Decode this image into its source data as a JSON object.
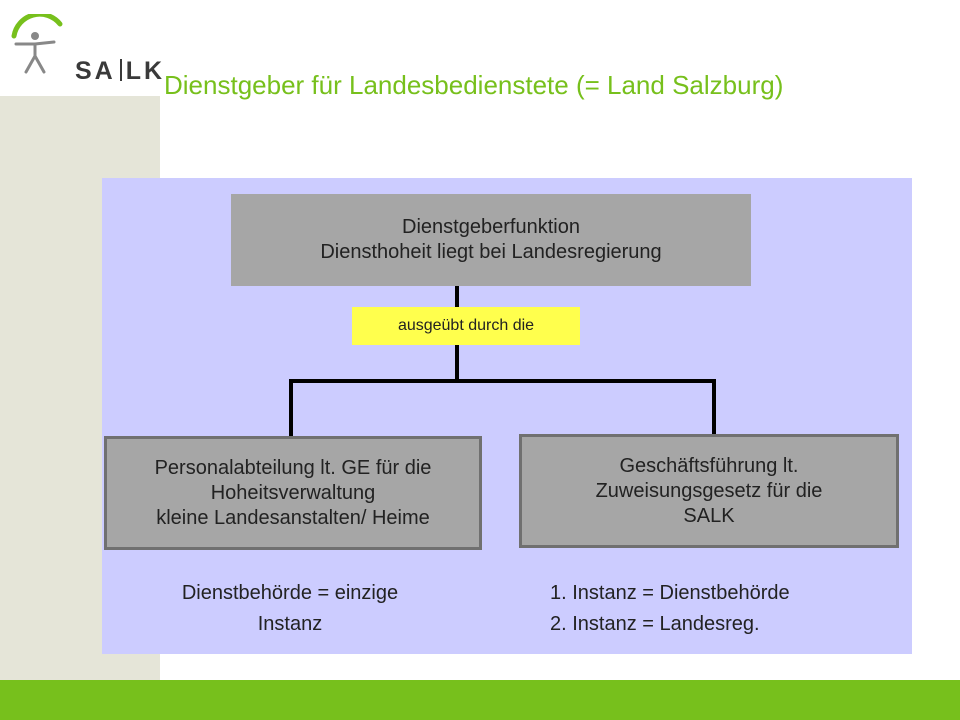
{
  "brand": {
    "logo_text_a": "SA",
    "logo_text_b": "LK"
  },
  "title": "Dienstgeber für Landesbedienstete (= Land Salzburg)",
  "diagram": {
    "top_box": [
      "Dienstgeberfunktion",
      "Diensthoheit liegt bei Landesregierung"
    ],
    "connector_label": "ausgeübt durch die",
    "left_box": [
      "Personalabteilung lt. GE für die",
      "Hoheitsverwaltung",
      "kleine Landesanstalten/ Heime"
    ],
    "right_box": [
      "Geschäftsführung lt.",
      "Zuweisungsgesetz für die",
      "SALK"
    ],
    "left_note": [
      "Dienstbehörde = einzige",
      "Instanz"
    ],
    "right_note": [
      "1. Instanz = Dienstbehörde",
      "2. Instanz = Landesreg."
    ]
  },
  "colors": {
    "accent": "#77c01c",
    "panel": "#ccccff",
    "box": "#a6a6a6",
    "badge": "#ffff4d",
    "strip": "#e5e5d8"
  }
}
